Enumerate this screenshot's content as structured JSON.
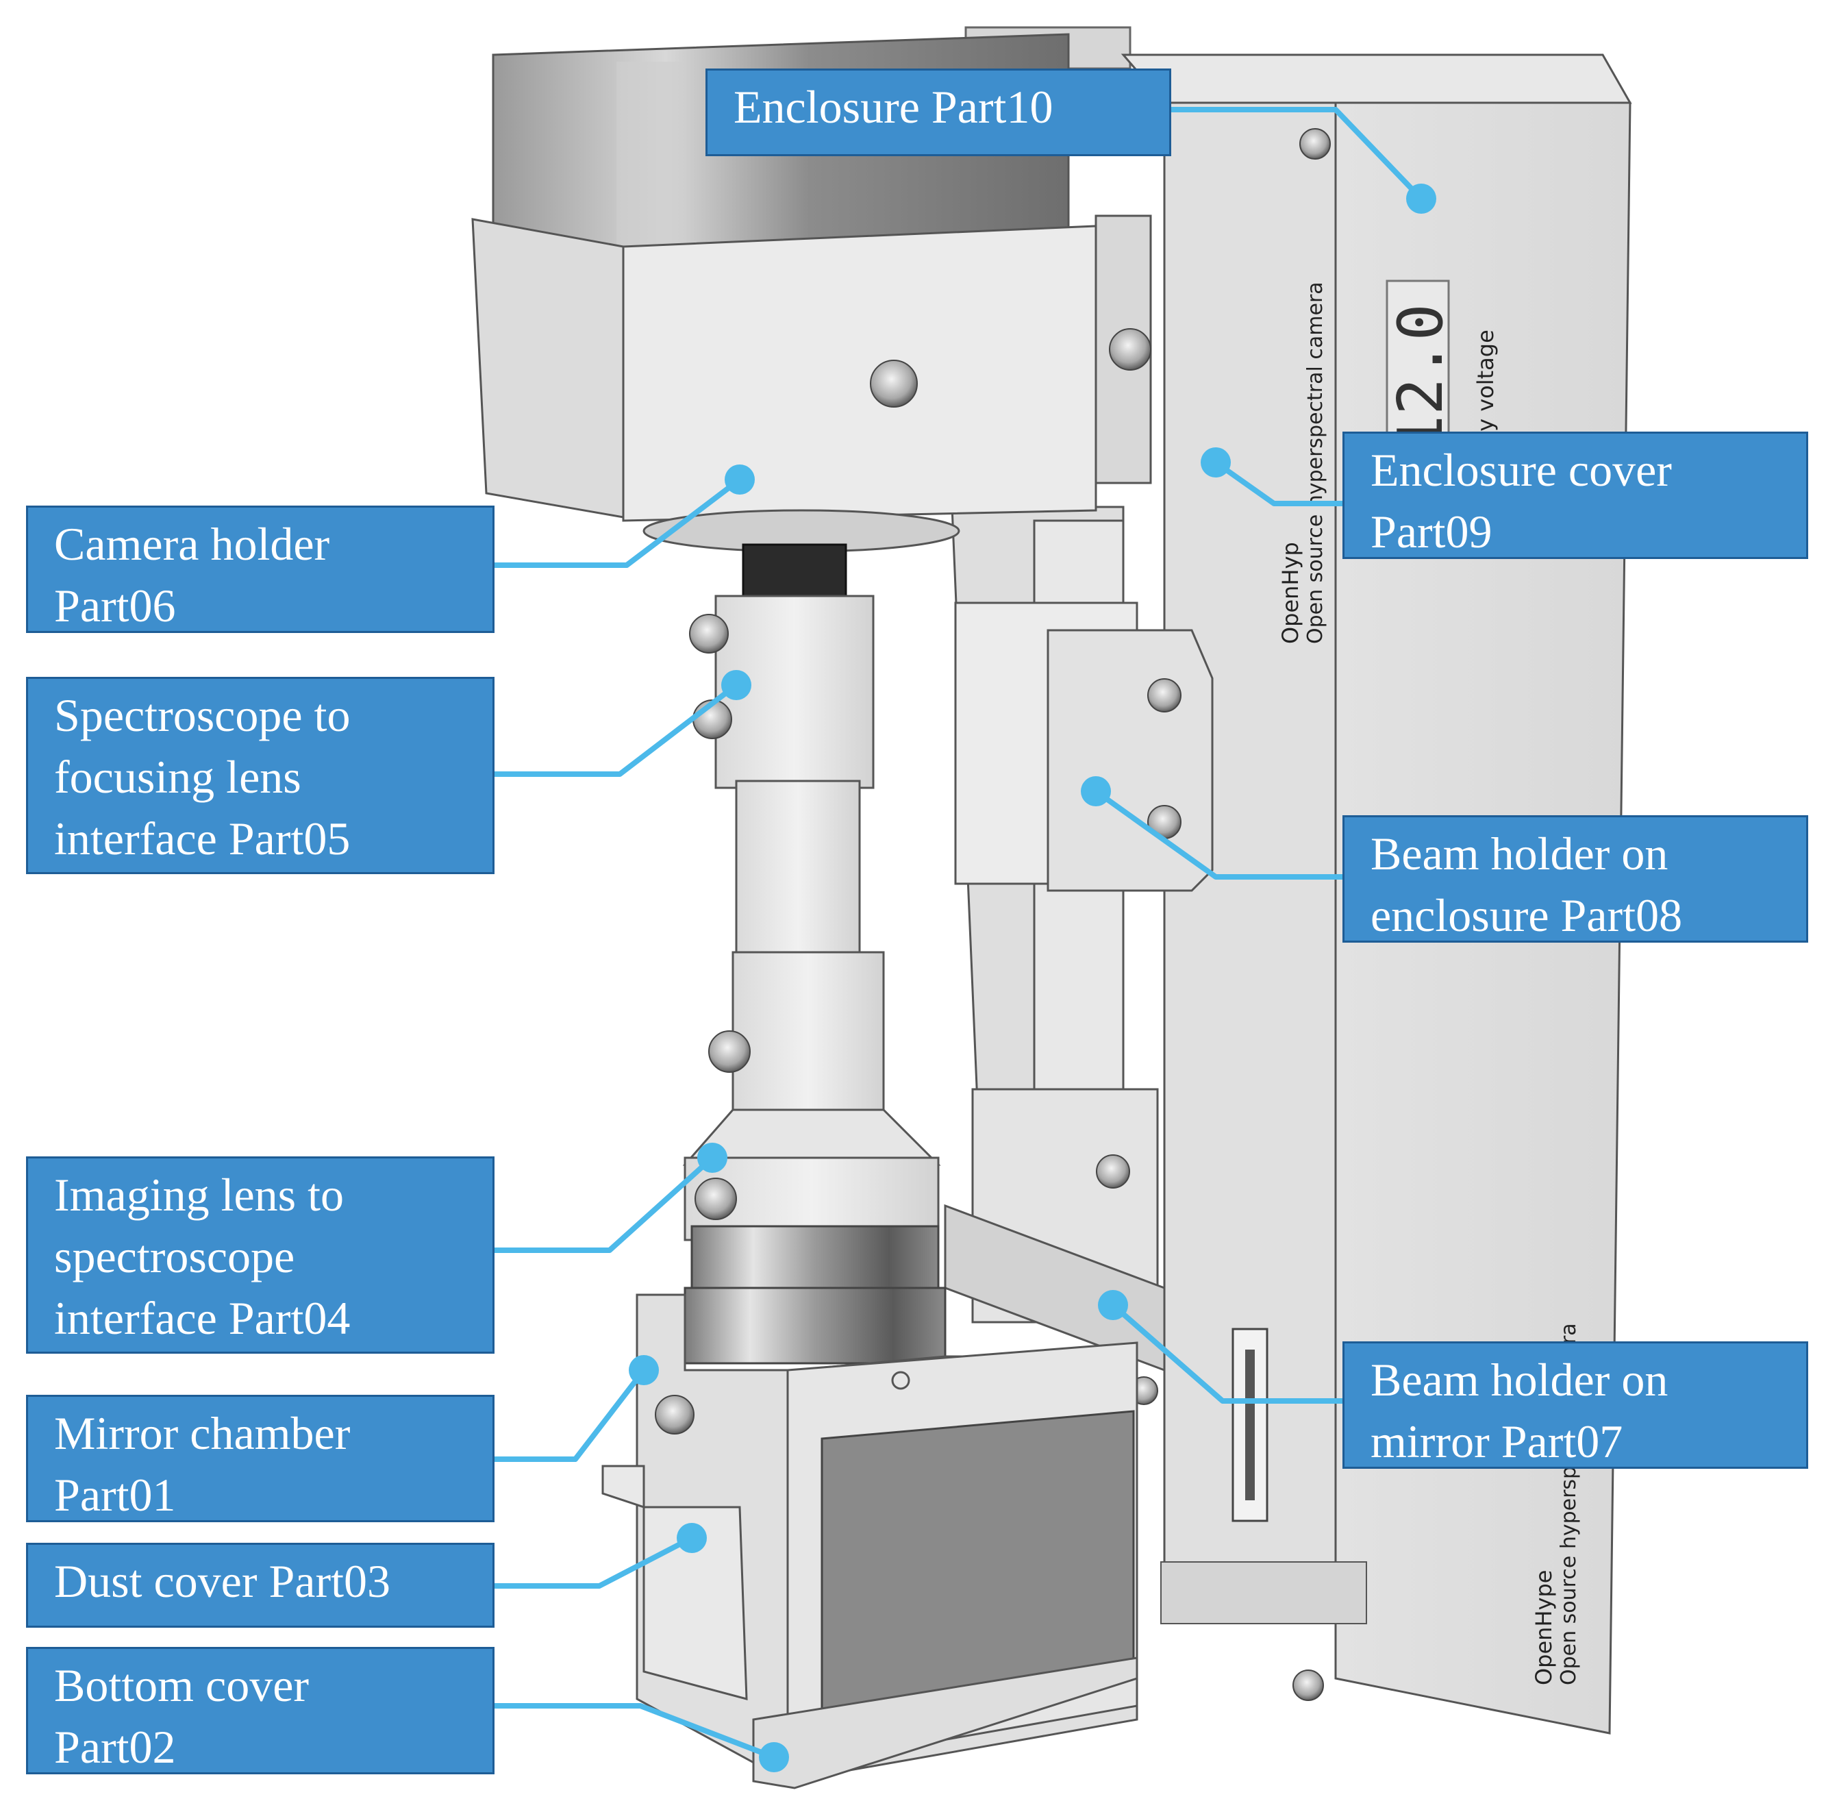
{
  "colors": {
    "label_fill": "#3e8ecd",
    "label_border": "#1e5d96",
    "leader_line": "#4cb9ea",
    "label_text": "#ffffff"
  },
  "device_print": {
    "side_text_line1": "OpenHyp",
    "side_text_line2": "Open source hyperspectral camera",
    "display_value": "12.0",
    "display_caption": "Supply voltage",
    "bottom_text_line1": "OpenHype",
    "bottom_text_line2": "Open source hyperspectral camera"
  },
  "labels": {
    "part10": "Enclosure Part10",
    "part09": "Enclosure cover\nPart09",
    "part06": "Camera holder\nPart06",
    "part05": "Spectroscope to\nfocusing lens\ninterface Part05",
    "part08": "Beam holder on\nenclosure Part08",
    "part04": "Imaging lens to\nspectroscope\ninterface Part04",
    "part07": "Beam holder on\nmirror Part07",
    "part01": "Mirror chamber\nPart01",
    "part03": "Dust cover Part03",
    "part02": "Bottom cover\nPart02"
  }
}
